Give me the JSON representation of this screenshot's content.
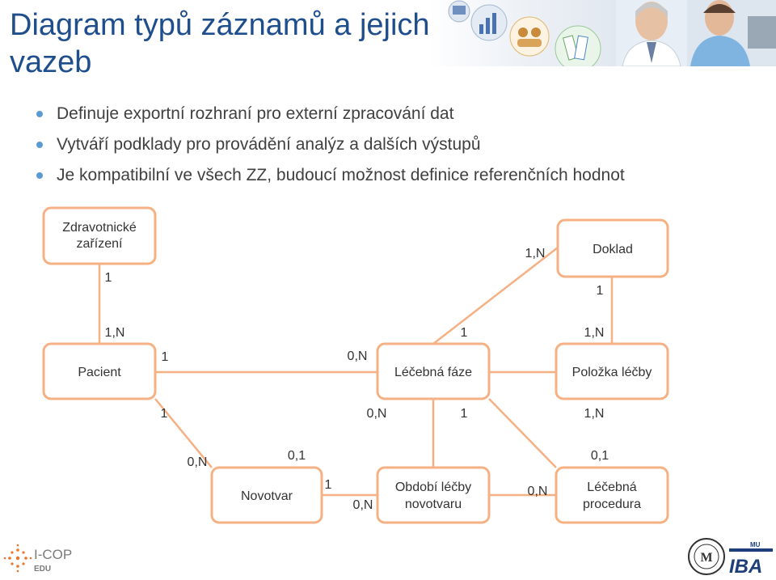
{
  "slide": {
    "title_line1": "Diagram typů záznamů a jejich",
    "title_line2": "vazeb",
    "bullets": [
      "Definuje exportní rozhraní pro externí zpracování dat",
      "Vytváří podklady pro provádění analýz a dalších výstupů",
      "Je kompatibilní ve všech ZZ, budoucí možnost definice referenčních hodnot"
    ]
  },
  "diagram": {
    "entities": {
      "zz_line1": "Zdravotnické",
      "zz_line2": "zařízení",
      "doklad": "Doklad",
      "pacient": "Pacient",
      "lecebna_faze": "Léčebná fáze",
      "polozka_lecby": "Položka léčby",
      "novotvar": "Novotvar",
      "obdobi_line1": "Období léčby",
      "obdobi_line2": "novotvaru",
      "procedura_line1": "Léčebná",
      "procedura_line2": "procedura"
    },
    "cardinalities": {
      "zz_bottom": "1",
      "pacient_top": "1,N",
      "doklad_left": "1,N",
      "doklad_bottom": "1",
      "faze_top": "1",
      "polozka_top": "1,N",
      "pacient_right": "1",
      "faze_left": "0,N",
      "pacient_bottom": "1",
      "faze_bottom_left": "0,N",
      "faze_bottom_right": "1",
      "polozka_bottom": "1,N",
      "novotvar_left": "0,N",
      "novotvar_top": "0,1",
      "novotvar_right": "1",
      "obdobi_left": "0,N",
      "procedura_left": "0,N",
      "procedura_top": "0,1"
    },
    "colors": {
      "box_border": "#f5b183",
      "line": "#f5b183",
      "accent": "#5b9bd5",
      "title": "#1f4e8c"
    }
  },
  "footer": {
    "icop_line1": "I-COP",
    "icop_line2": "EDU",
    "iba": "IBA",
    "mu": "MU"
  }
}
